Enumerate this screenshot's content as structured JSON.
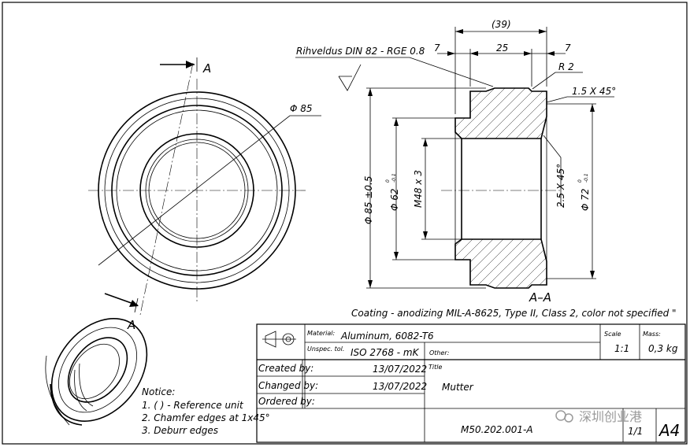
{
  "section_marker_top": "A",
  "section_marker_bottom": "A",
  "section_label": "A–A",
  "dims": {
    "overall_ref": "(39)",
    "left_flange": "7",
    "middle": "25",
    "right_flange": "7",
    "radius": "R 2",
    "chamfer_outer": "1.5 X 45°",
    "chamfer_inner": "2.5 X 45°",
    "dia_85_front": "Φ 85",
    "dia_85_section": "Φ 85 ±0.5",
    "dia_62": "Φ 62",
    "dia_62_tol_upper": "0",
    "dia_62_tol_lower": "-0.1",
    "thread": "M48 x 3",
    "dia_72": "Φ 72",
    "dia_72_tol_upper": "0",
    "dia_72_tol_lower": "-0.1"
  },
  "surface_note": "Rihveldus DIN 82 - RGE 0.8",
  "coating_note": "Coating - anodizing MIL-A-8625, Type II, Class 2, color not specified \"",
  "notice": {
    "heading": "Notice:",
    "lines": [
      "1. ( ) -  Reference unit",
      "2. Chamfer edges at 1x45°",
      "3. Deburr edges"
    ]
  },
  "title_block": {
    "material_label": "Material:",
    "material_value": "Aluminum, 6082-T6",
    "unspec_tol_label": "Unspec. tol.",
    "unspec_tol_value": "ISO 2768 - mK",
    "other_label": "Other:",
    "scale_label": "Scale",
    "scale_value": "1:1",
    "mass_label": "Mass:",
    "mass_value": "0,3 kg",
    "created_label": "Created by:",
    "created_date": "13/07/2022",
    "changed_label": "Changed by:",
    "changed_date": "13/07/2022",
    "ordered_label": "Ordered by:",
    "title_label": "Title",
    "title_value": "Mutter",
    "drawing_number": "M50.202.001-A",
    "sheet": "1/1",
    "format": "A4"
  },
  "watermark": "深圳创业港"
}
